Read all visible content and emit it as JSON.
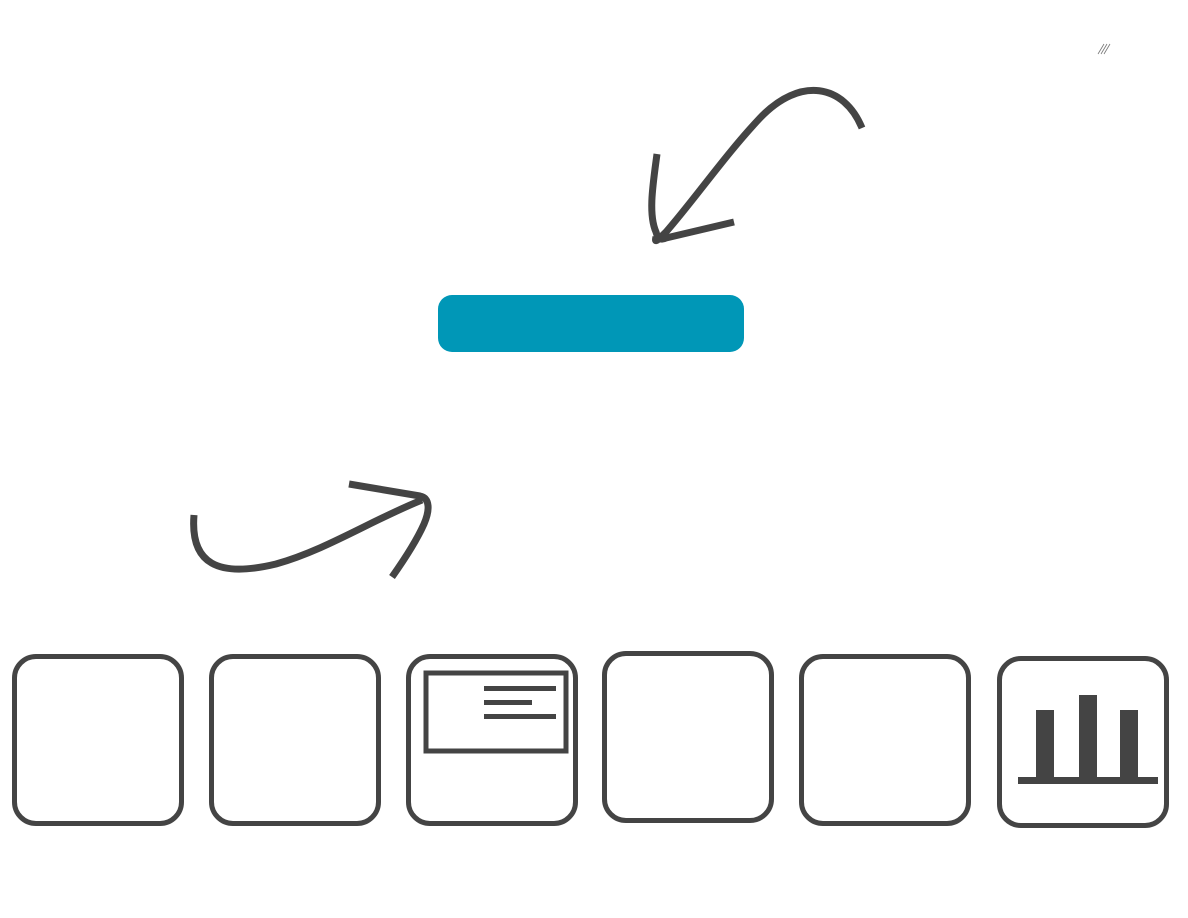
{
  "theme": {
    "accent": "#0097b7",
    "stroke": "#444444",
    "background": "#ffffff"
  },
  "primary_button": {
    "label": ""
  },
  "tiles": [
    {
      "id": "tile-1",
      "icon": "blank"
    },
    {
      "id": "tile-2",
      "icon": "blank"
    },
    {
      "id": "tile-3",
      "icon": "text-card-icon"
    },
    {
      "id": "tile-4",
      "icon": "blank"
    },
    {
      "id": "tile-5",
      "icon": "blank"
    },
    {
      "id": "tile-6",
      "icon": "bar-chart-icon"
    }
  ],
  "decor": {
    "top_arrow_icon": "curved-arrow-down-left-icon",
    "bottom_arrow_icon": "curved-arrow-up-right-icon",
    "corner_icon": "hatch-marks-icon"
  }
}
